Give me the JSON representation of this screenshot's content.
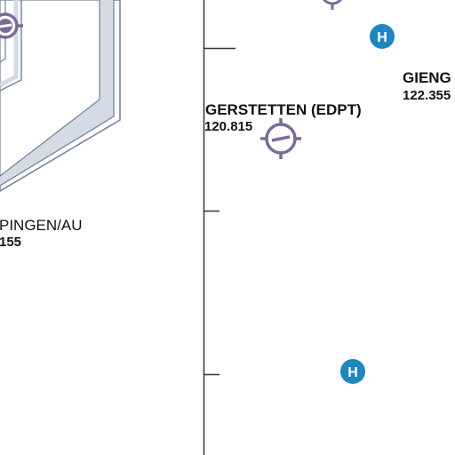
{
  "map": {
    "airfields": [
      {
        "name": "GERSTETTEN (EDPT)",
        "frequency": "120.815"
      },
      {
        "name": "GIENG",
        "frequency": "122.355"
      },
      {
        "name": "PINGEN/AU",
        "frequency": "155"
      }
    ],
    "heliports": [
      {
        "symbol": "H"
      },
      {
        "symbol": "H"
      }
    ],
    "colors": {
      "airfield_symbol": "#7b6a98",
      "heliport_symbol": "#1e86c0",
      "airspace_border": "#6f7f99",
      "airspace_fill": "#d4dbe5",
      "scale_line": "#333333",
      "text": "#111111"
    },
    "icons": {
      "airfield": "airfield-icon",
      "heliport": "heliport-icon"
    }
  }
}
